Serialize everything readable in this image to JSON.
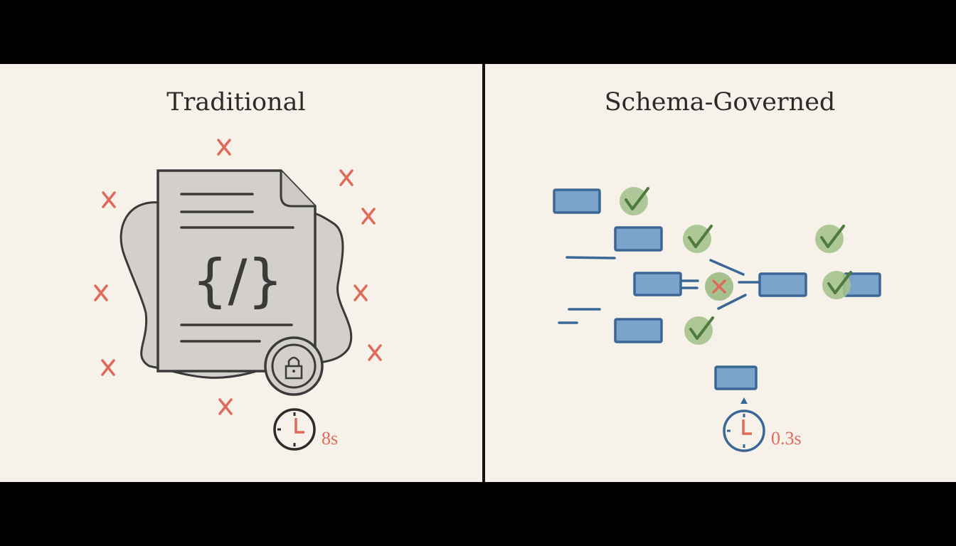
{
  "left_panel": {
    "title": "Traditional",
    "time_label": "8s",
    "icons": [
      "document-icon",
      "code-icon",
      "lock-icon",
      "clock-icon",
      "error-x-icon"
    ]
  },
  "right_panel": {
    "title": "Schema-Governed",
    "time_label": "0.3s",
    "icons": [
      "schema-block-icon",
      "check-icon",
      "error-x-icon",
      "clock-icon"
    ]
  },
  "colors": {
    "background": "#f6f2ea",
    "error_red": "#e06a5a",
    "block_fill": "#7ba3c9",
    "block_stroke": "#3a6796",
    "check_fill": "#a5c28e",
    "check_stroke": "#4e7a3c",
    "ink": "#3a3a3a",
    "doc_fill": "#d3cfca"
  }
}
